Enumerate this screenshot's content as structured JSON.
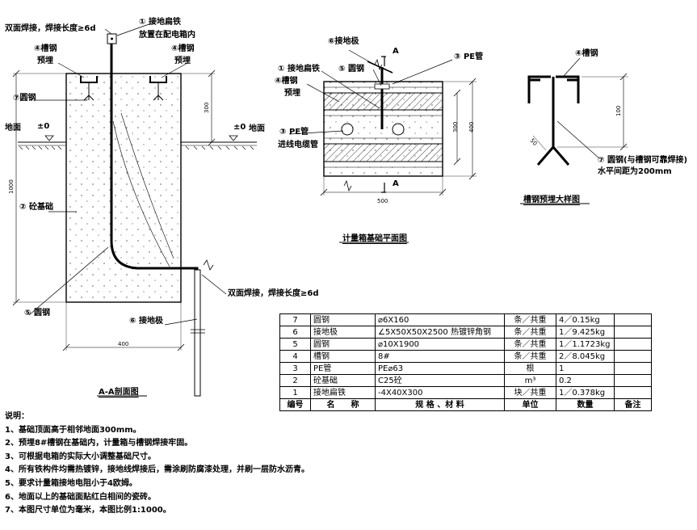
{
  "section_aa": {
    "title": "A-A剖面图",
    "label_weld_top": "双面焊接，焊接长度≥6d",
    "label_flat_iron_1": "① 接地扁铁",
    "label_flat_iron_2": "放置在配电箱内",
    "label_channel_left_1": "④槽钢",
    "label_channel_left_2": "预埋",
    "label_channel_right_1": "④槽钢",
    "label_channel_right_2": "预埋",
    "label_round_steel_7": "⑦圆钢",
    "label_ground_left": "地面",
    "label_ground_left_val": "±0",
    "label_ground_right_val": "±0",
    "label_ground_right": "地面",
    "label_foundation": "② 砼基础",
    "label_round_steel_5": "⑤ 圆钢",
    "label_ground_rod": "⑥ 接地极",
    "label_weld_bottom": "双面焊接，焊接长度≥6d",
    "dim_300": "300",
    "dim_1000": "1000",
    "dim_400": "400"
  },
  "plan": {
    "title": "计量箱基础平面图",
    "label_ground_rod": "⑥接地极",
    "label_a_top": "A",
    "label_a_bottom": "A",
    "label_pe_pipe": "③ PE管",
    "label_flat_iron": "① 接地扁铁",
    "label_round_steel": "⑤ 圆钢",
    "label_channel_1": "④槽钢",
    "label_channel_2": "预埋",
    "label_pe_1": "③ PE管",
    "label_pe_2": "进线电缆管",
    "dim_300": "300",
    "dim_400": "400",
    "dim_500": "500"
  },
  "detail": {
    "title": "槽钢预埋大样图",
    "label_channel": "④槽钢",
    "label_round_1": "⑦ 圆钢(与槽钢可靠焊接)",
    "label_round_2": "水平间距为200mm",
    "dim_100": "100",
    "dim_50": "50"
  },
  "bom": {
    "header": {
      "no": "编号",
      "name": "名　　称",
      "spec": "规 格 、材 料",
      "unit": "单位",
      "qty": "数量",
      "note": "备注"
    },
    "rows": [
      {
        "no": "7",
        "name": "圆钢",
        "spec": "⌀6X160",
        "unit": "条／共重",
        "qty": "4／0.15kg",
        "note": ""
      },
      {
        "no": "6",
        "name": "接地极",
        "spec": "∠5X50X50X2500 热镀锌角钢",
        "unit": "条／共重",
        "qty": "1／9.425kg",
        "note": ""
      },
      {
        "no": "5",
        "name": "圆钢",
        "spec": "⌀10X1900",
        "unit": "条／共重",
        "qty": "1／1.1723kg",
        "note": ""
      },
      {
        "no": "4",
        "name": "槽钢",
        "spec": "8#",
        "unit": "条／共重",
        "qty": "2／8.045kg",
        "note": ""
      },
      {
        "no": "3",
        "name": "PE管",
        "spec": "PE⌀63",
        "unit": "根",
        "qty": "1",
        "note": ""
      },
      {
        "no": "2",
        "name": "砼基础",
        "spec": "C25砼",
        "unit": "m³",
        "qty": "0.2",
        "note": ""
      },
      {
        "no": "1",
        "name": "接地扁铁",
        "spec": "-4X40X300",
        "unit": "块／共重",
        "qty": "1／0.378kg",
        "note": ""
      }
    ]
  },
  "notes": {
    "heading": "说明：",
    "items": [
      "1、基础顶面高于相邻地面300mm。",
      "2、预埋8#槽钢在基础内，计量箱与槽钢焊接牢固。",
      "3、可根据电箱的实际大小调整基础尺寸。",
      "4、所有铁构件均需热镀锌，接地线焊接后，需涂刷防腐漆处理，并刷一层防水沥青。",
      "5、要求计量箱接地电阻小于4欧姆。",
      "6、地面以上的基础面贴红白相间的瓷砖。",
      "7、本图尺寸单位为毫米，本图比例1:1000。"
    ]
  }
}
